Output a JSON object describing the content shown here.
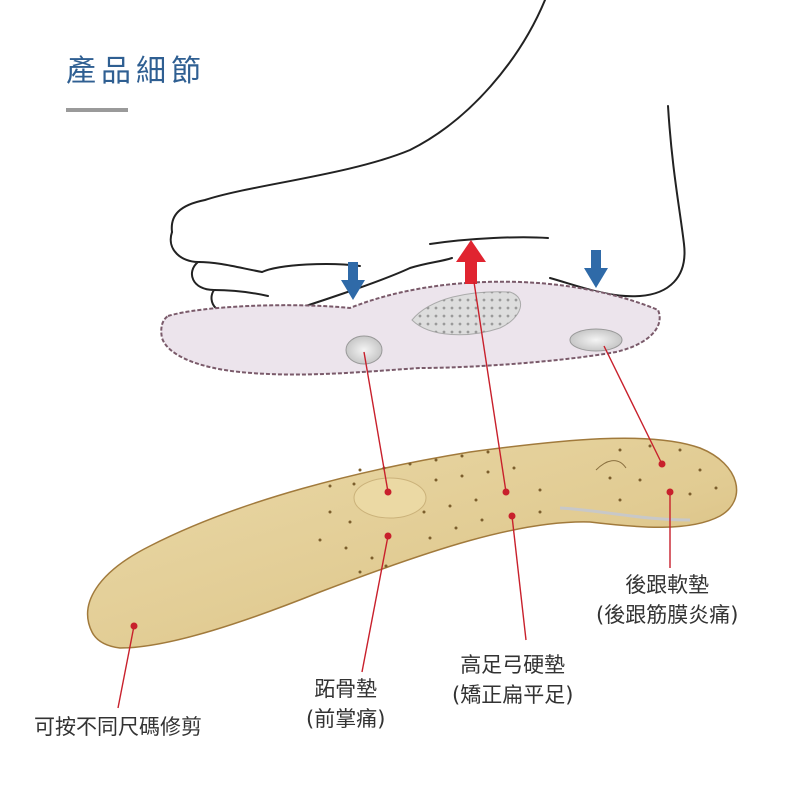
{
  "title": "產品細節",
  "labels": {
    "heel": {
      "line1": "後跟軟墊",
      "line2": "(後跟筋膜炎痛)"
    },
    "arch": {
      "line1": "高足弓硬墊",
      "line2": "(矯正扁平足)"
    },
    "metatarsal": {
      "line1": "跖骨墊",
      "line2": "(前掌痛)"
    },
    "trim": {
      "line1": "可按不同尺碼修剪"
    }
  },
  "colors": {
    "title": "#2f5f92",
    "leader_line": "#c8202c",
    "arrow_down": "#2f6aa8",
    "arrow_up": "#e02430",
    "insole_leather": "#e3cf98",
    "insole_top_view": "#ece4ec"
  },
  "illustration": {
    "foot": "foot-outline",
    "insole_side_view": "insole-side-view",
    "insole_top_view": "leather-insole-top-view",
    "arrows": [
      "down-arrow-icon",
      "up-arrow-icon",
      "down-arrow-icon"
    ]
  }
}
